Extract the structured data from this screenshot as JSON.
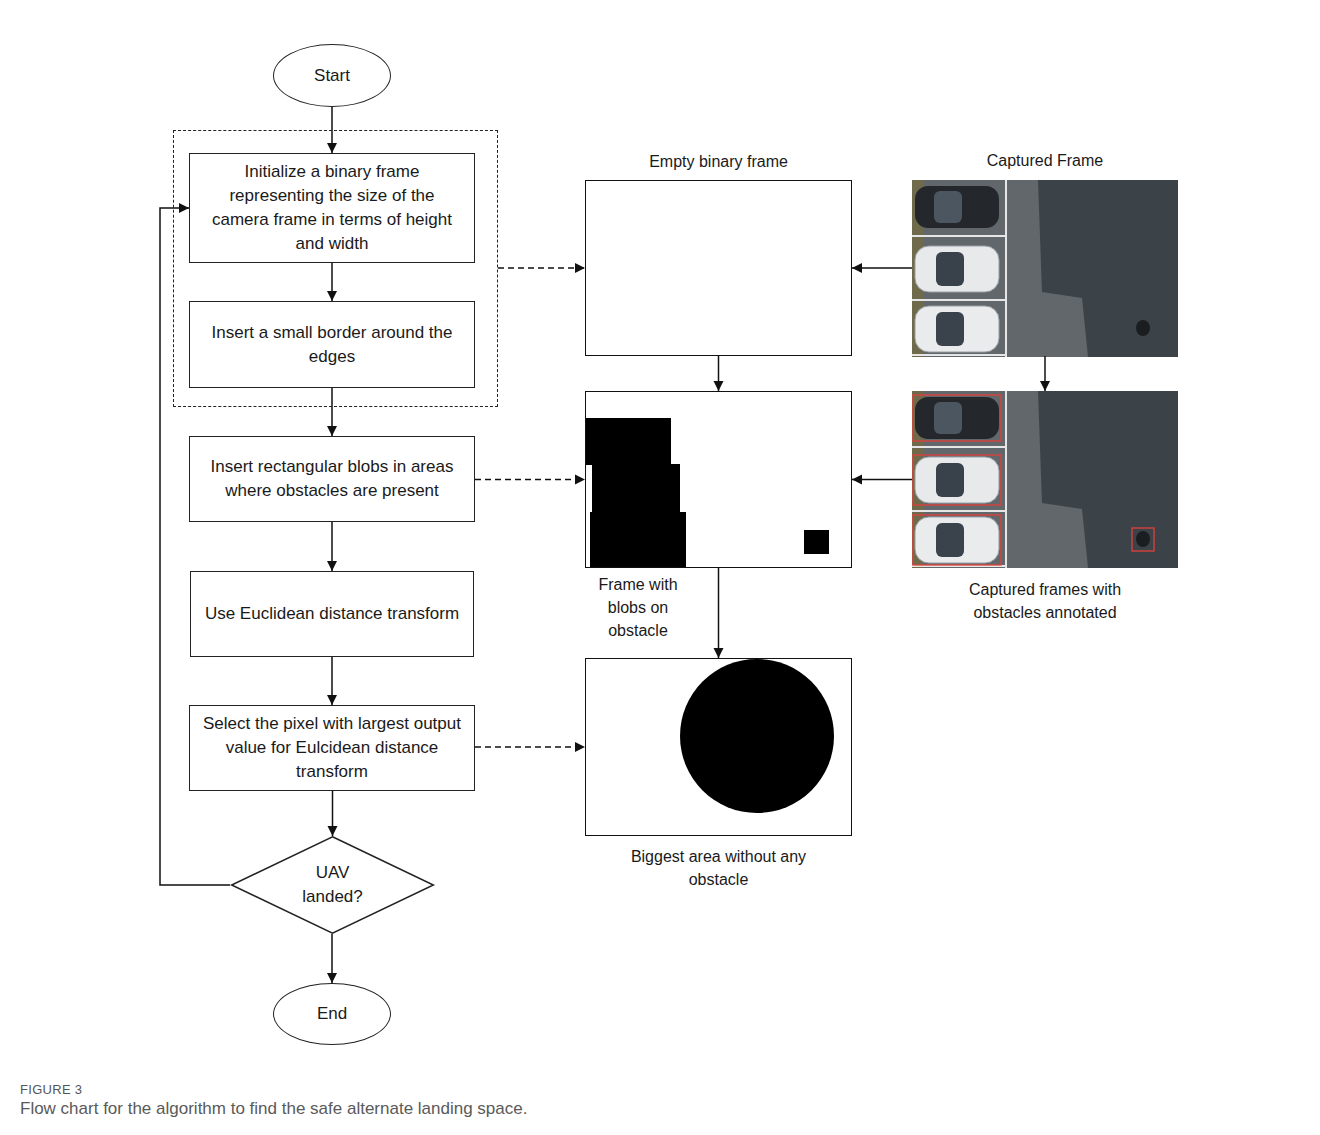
{
  "diagram": {
    "caption": "Flow chart for the algorithm to find the safe alternate landing space.",
    "nodes": [
      {
        "text": [
          "Start"
        ]
      },
      {
        "text": []
      },
      {
        "text": [
          "Initialize a binary frame representing the size of the camera frame in terms of height and width"
        ],
        "in": 1
      },
      {
        "text": [
          "Insert a small border around the edges"
        ],
        "in": 1
      },
      {
        "text": [
          "Insert rectangular blobs in areas where obstacles are present"
        ]
      },
      {
        "text": [
          "Use Euclidean distance transform"
        ]
      },
      {
        "text": [
          "Select the pixel with largest output value for Eulcidean distance transform"
        ]
      },
      {
        "text": [
          "UAV landed?"
        ]
      },
      {
        "text": [
          "End"
        ]
      },
      {
        "text": [
          "Empty binary frame"
        ]
      },
      {
        "text": [
          "Captured Frame"
        ]
      },
      {
        "text": [
          "Frame with blobs on obstacle"
        ]
      },
      {
        "text": [
          "Captured frames with obstacles annotated"
        ]
      },
      {
        "text": [
          "Biggest area without any obstacle"
        ]
      }
    ],
    "edges": [
      {
        "from": 0,
        "to": 2,
        "arrow": "to"
      },
      {
        "from": 2,
        "to": 3,
        "arrow": "to"
      },
      {
        "from": 3,
        "to": 4,
        "arrow": "to"
      },
      {
        "from": 4,
        "to": 5,
        "arrow": "to"
      },
      {
        "from": 5,
        "to": 6,
        "arrow": "to"
      },
      {
        "from": 6,
        "to": 7,
        "arrow": "to"
      },
      {
        "from": 7,
        "to": 8,
        "arrow": "to"
      },
      {
        "from": 7,
        "to": 2,
        "arrow": "to"
      },
      {
        "from": 1,
        "to": 9,
        "arrow": "to"
      },
      {
        "from": 10,
        "to": 9,
        "arrow": "to"
      },
      {
        "from": 9,
        "to": 11,
        "arrow": "to"
      },
      {
        "from": 10,
        "to": 12,
        "arrow": "to"
      },
      {
        "from": 4,
        "to": 11,
        "arrow": "to"
      },
      {
        "from": 12,
        "to": 11,
        "arrow": "to"
      },
      {
        "from": 11,
        "to": 13,
        "arrow": "to"
      },
      {
        "from": 6,
        "to": 13,
        "arrow": "to"
      }
    ],
    "labels": [
      "FIGURE 3"
    ]
  }
}
